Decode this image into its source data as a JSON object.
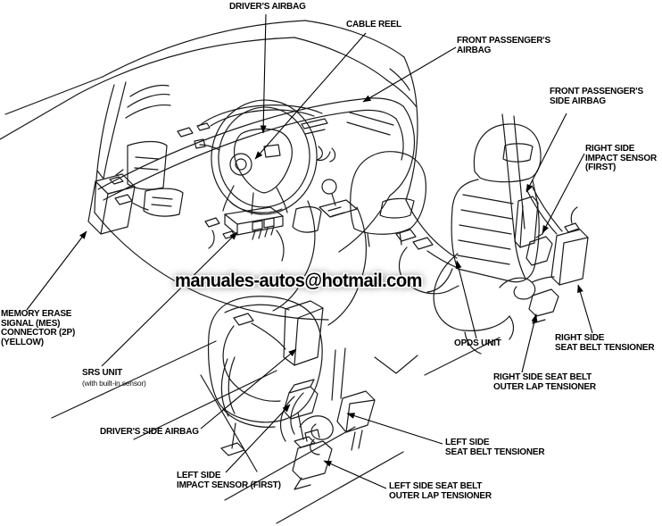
{
  "diagram": {
    "type": "vehicle SRS components location illustration",
    "colors": {
      "background": "#ffffff",
      "line": "#1a1a1a",
      "label_text": "#000000"
    },
    "watermark": "manuales-autos@hotmail.com",
    "labels": {
      "drivers_airbag": "DRIVER'S AIRBAG",
      "cable_reel": "CABLE REEL",
      "front_passengers_airbag": "FRONT PASSENGER'S\nAIRBAG",
      "front_passengers_side_airbag": "FRONT PASSENGER'S\nSIDE AIRBAG",
      "right_side_impact_sensor": "RIGHT SIDE\nIMPACT SENSOR\n(FIRST)",
      "memory_erase_signal": "MEMORY ERASE\nSIGNAL (MES)\nCONNECTOR (2P)\n(YELLOW)",
      "srs_unit_title": "SRS UNIT",
      "srs_unit_sub": "(with built-in sensor)",
      "opds_unit": "OPDS UNIT",
      "right_side_seat_belt_tensioner": "RIGHT SIDE\nSEAT BELT TENSIONER",
      "right_side_seat_belt_outer_lap_tensioner": "RIGHT SIDE SEAT BELT\nOUTER LAP TENSIONER",
      "drivers_side_airbag": "DRIVER'S SIDE AIRBAG",
      "left_side_impact_sensor": "LEFT SIDE\nIMPACT SENSOR (FIRST)",
      "left_side_seat_belt_tensioner": "LEFT SIDE\nSEAT BELT TENSIONER",
      "left_side_seat_belt_outer_lap_tensioner": "LEFT SIDE SEAT BELT\nOUTER LAP TENSIONER"
    }
  }
}
